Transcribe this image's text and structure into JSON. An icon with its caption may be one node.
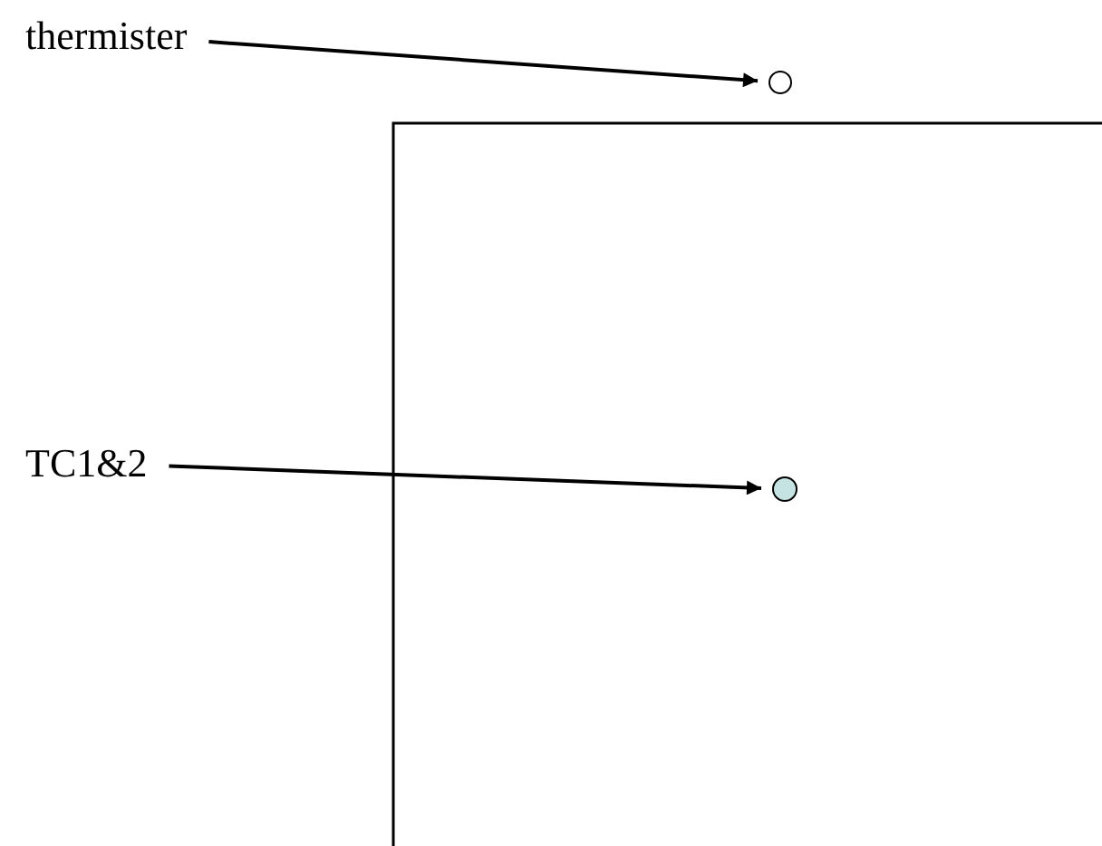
{
  "diagram": {
    "nodes": [
      {
        "text": [
          "thermister"
        ]
      },
      {
        "text": [],
        "shape": "circle"
      },
      {
        "text": [
          "TC1&2"
        ]
      },
      {
        "text": [],
        "shape": "circle"
      }
    ],
    "edges": [
      {
        "from": 0,
        "to": 1,
        "arrow": "to"
      },
      {
        "from": 2,
        "to": 3,
        "arrow": "to"
      }
    ]
  }
}
